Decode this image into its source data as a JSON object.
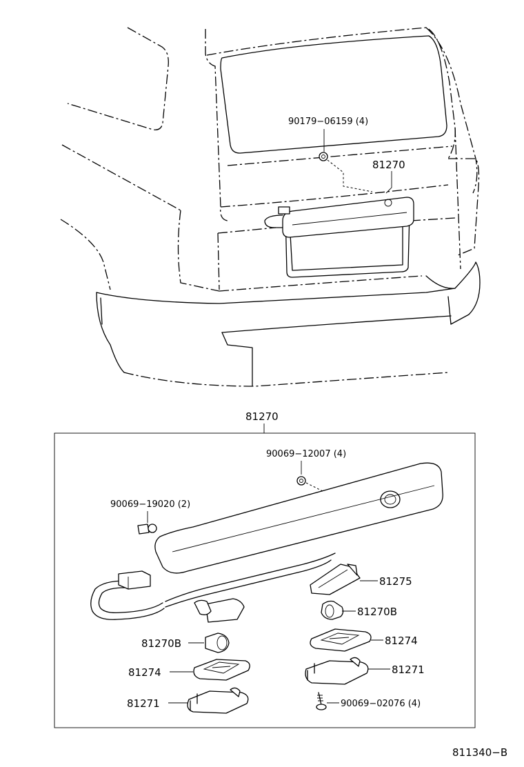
{
  "callouts": {
    "top_nut": "90179−06159 (4)",
    "top_assembly": "81270",
    "box_title": "81270",
    "nut": "90069−12007 (4)",
    "clip": "90069−19020 (2)",
    "lens_right": "81275",
    "bulb_right": "81270B",
    "bulb_left": "81270B",
    "gasket_right": "81274",
    "gasket_left": "81274",
    "housing_right": "81271",
    "housing_left": "81271",
    "screw": "90069−02076 (4)"
  },
  "figure_code": "811340−B"
}
